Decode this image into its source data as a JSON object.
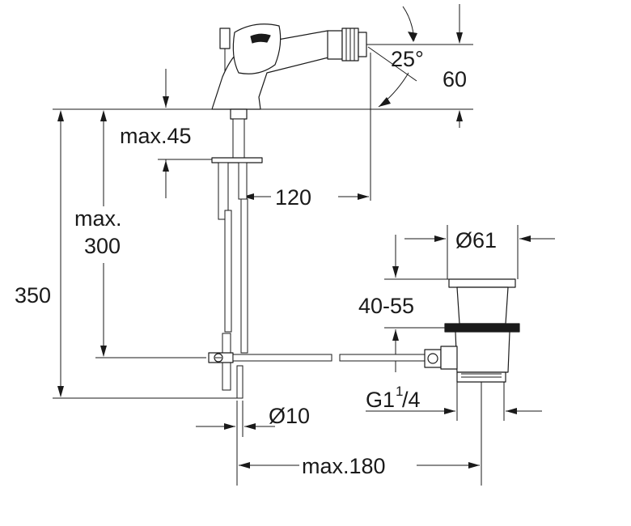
{
  "dimensions": {
    "angle": "25°",
    "spout_height": "60",
    "max_45": "max.45",
    "reach": "120",
    "max_300_line1": "max.",
    "max_300_line2": "300",
    "total_height": "350",
    "waste_diameter": "Ø61",
    "waste_range": "40-55",
    "thread_main": "G1",
    "thread_num": "1",
    "thread_den": "/4",
    "rod_diameter": "Ø10",
    "max_180": "max.180"
  },
  "colors": {
    "line": "#1a1a1a",
    "background": "#ffffff"
  }
}
